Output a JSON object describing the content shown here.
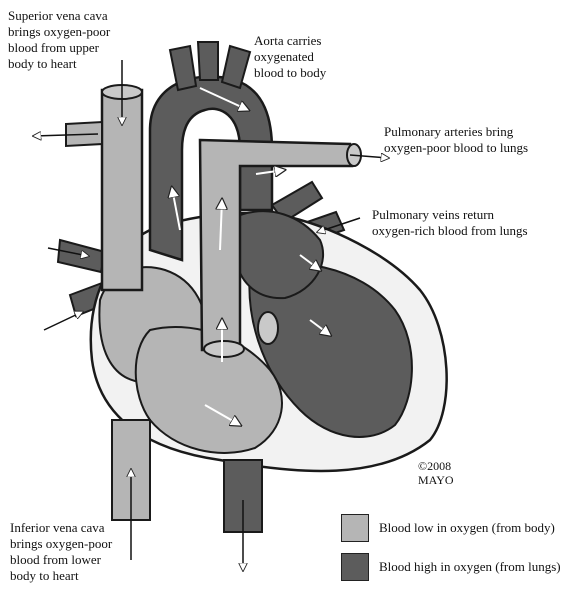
{
  "labels": {
    "superior_vena_cava": "Superior vena cava\nbrings oxygen-poor\nblood from upper\nbody to heart",
    "aorta": "Aorta carries\noxygenated\nblood to body",
    "pulmonary_arteries": "Pulmonary arteries bring\noxygen-poor blood to lungs",
    "pulmonary_veins": "Pulmonary veins return\noxygen-rich blood from lungs",
    "inferior_vena_cava": "Inferior vena cava\nbrings oxygen-poor\nblood from lower\nbody to heart",
    "copyright": "©2008\nMAYO"
  },
  "legend": [
    {
      "label": "Blood low in oxygen (from body)",
      "color": "#b5b5b5"
    },
    {
      "label": "Blood high in oxygen (from lungs)",
      "color": "#5c5c5c"
    }
  ],
  "colors": {
    "oxygen_poor": "#b5b5b5",
    "oxygen_rich": "#5c5c5c",
    "outline": "#1a1a1a",
    "heart_wall": "#f2f2f2"
  }
}
